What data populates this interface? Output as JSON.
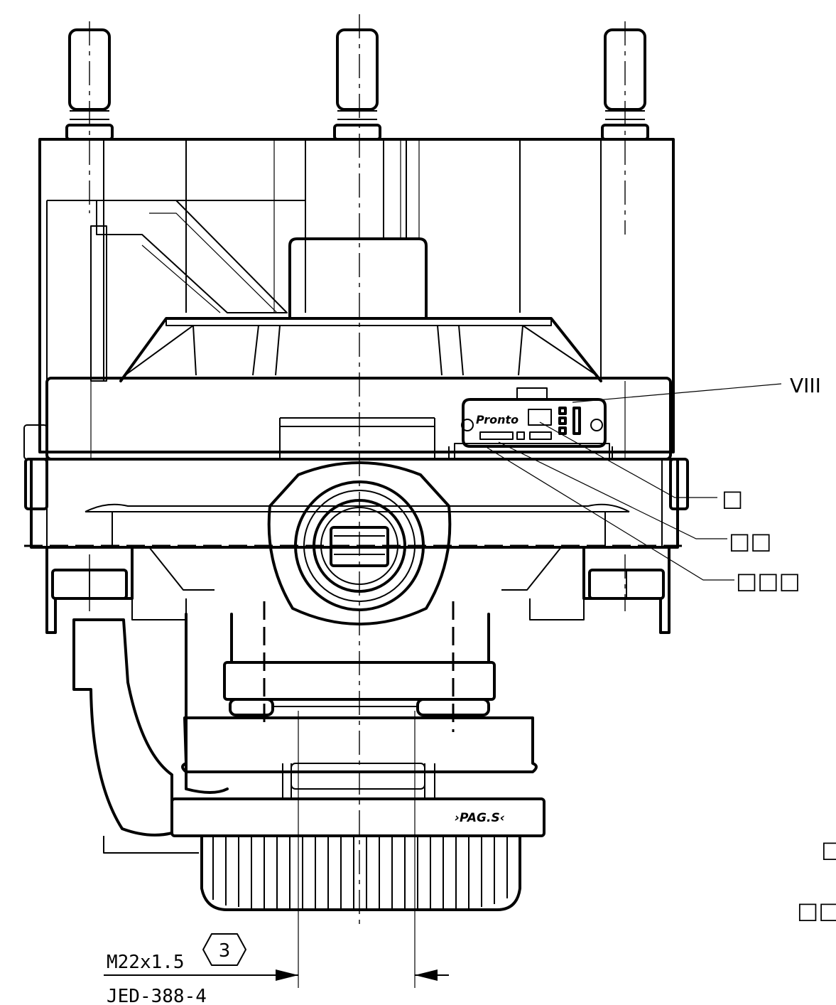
{
  "callouts": {
    "viii": "VIII",
    "c1": "□",
    "c2": "□□",
    "c3": "□□□",
    "edge1": "□",
    "edge2": "□□"
  },
  "label_plate": {
    "brand": "Pronto"
  },
  "bottom_cap": {
    "marking": "›PAG.S‹"
  },
  "dimension": {
    "thread": "M22x1.5",
    "port_number": "3",
    "standard": "JED-388-4"
  }
}
